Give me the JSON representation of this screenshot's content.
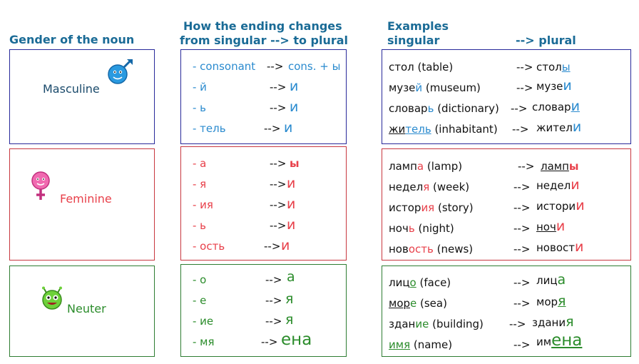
{
  "headers": {
    "gender": "Gender of the noun",
    "ending_line1": "How the ending changes",
    "ending_line2": "from singular --> to plural",
    "examples_line1": "Examples",
    "examples_singular": "singular",
    "examples_plural": "--> plural"
  },
  "colors": {
    "masculine": "#2b8bcf",
    "feminine": "#e8404a",
    "neuter": "#2b8c2b",
    "header": "#1a6b96"
  },
  "masculine": {
    "label": "Masculine",
    "icon": "male-symbol-face-icon",
    "endings": [
      {
        "from": "- consonant",
        "arrow": "-->",
        "to": "cons. + ы"
      },
      {
        "from": "- й",
        "arrow": "-->",
        "to": "и"
      },
      {
        "from": "- ь",
        "arrow": "-->",
        "to": "и"
      },
      {
        "from": "- тель",
        "arrow": "-->",
        "to": "и"
      }
    ],
    "examples": [
      {
        "s_stem": "стол",
        "s_end": "",
        "gloss": " (table)",
        "arrow": "-->",
        "p_stem": "стол",
        "p_end": "ы"
      },
      {
        "s_stem": "музе",
        "s_end": "й",
        "gloss": " (museum)",
        "arrow": "-->",
        "p_stem": "музе",
        "p_end": "и"
      },
      {
        "s_stem": "словар",
        "s_end": "ь",
        "gloss": " (dictionary)",
        "arrow": "-->",
        "p_stem": "словар",
        "p_end": "и"
      },
      {
        "s_stem": "жи",
        "s_end": "тель",
        "gloss": " (inhabitant)",
        "arrow": "-->",
        "p_stem": "жител",
        "p_end": "и"
      }
    ]
  },
  "feminine": {
    "label": "Feminine",
    "icon": "female-symbol-face-icon",
    "endings": [
      {
        "from": "- а",
        "arrow": "-->",
        "to": "ы"
      },
      {
        "from": "- я",
        "arrow": "-->",
        "to": "и"
      },
      {
        "from": "- ия",
        "arrow": "-->",
        "to": "и"
      },
      {
        "from": "- ь",
        "arrow": "-->",
        "to": "и"
      },
      {
        "from": "- ость",
        "arrow": "-->",
        "to": "и"
      }
    ],
    "examples": [
      {
        "s_stem": "ламп",
        "s_end": "а",
        "gloss": " (lamp)",
        "arrow": "-->",
        "p_stem": "ламп",
        "p_end": "ы"
      },
      {
        "s_stem": "недел",
        "s_end": "я",
        "gloss": " (week)",
        "arrow": "-->",
        "p_stem": "недел",
        "p_end": "и"
      },
      {
        "s_stem": "истор",
        "s_end": "ия",
        "gloss": " (story)",
        "arrow": "-->",
        "p_stem": "истори",
        "p_end": "и"
      },
      {
        "s_stem": "ноч",
        "s_end": "ь",
        "gloss": " (night)",
        "arrow": "-->",
        "p_stem": "ноч",
        "p_end": "и"
      },
      {
        "s_stem": "нов",
        "s_end": "ость",
        "gloss": " (news)",
        "arrow": "-->",
        "p_stem": "новост",
        "p_end": "и"
      }
    ]
  },
  "neuter": {
    "label": "Neuter",
    "icon": "green-alien-face-icon",
    "endings": [
      {
        "from": "- о",
        "arrow": "-->",
        "to": "а"
      },
      {
        "from": "- е",
        "arrow": "-->",
        "to": "я"
      },
      {
        "from": "- ие",
        "arrow": "-->",
        "to": "я"
      },
      {
        "from": "- мя",
        "arrow": "-->",
        "to": "ена"
      }
    ],
    "examples": [
      {
        "s_stem": "лиц",
        "s_end": "о",
        "gloss": " (face)",
        "arrow": "-->",
        "p_stem": "лиц",
        "p_end": "а"
      },
      {
        "s_stem": "мор",
        "s_end": "е",
        "gloss": " (sea)",
        "arrow": "-->",
        "p_stem": "мор",
        "p_end": "я"
      },
      {
        "s_stem": "здан",
        "s_end": "ие",
        "gloss": " (building)",
        "arrow": "-->",
        "p_stem": "здани",
        "p_end": "я"
      },
      {
        "s_stem": "",
        "s_end": "имя",
        "gloss": " (name)",
        "arrow": "-->",
        "p_stem": "им",
        "p_end": "ена"
      }
    ]
  }
}
